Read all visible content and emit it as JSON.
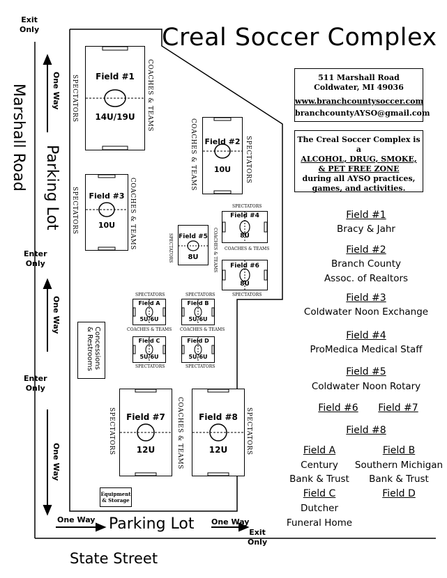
{
  "title": "Creal Soccer Complex",
  "info_box": {
    "address_line1": "511 Marshall Road",
    "address_line2": "Coldwater, MI 49036",
    "website": "www.branchcountysoccer.com",
    "email": "branchcountyAYSO@gmail.com"
  },
  "policy_box": {
    "line1": "The Creal Soccer Complex is a",
    "line2": "ALCOHOL, DRUG, SMOKE,",
    "line3": "& PET FREE ZONE",
    "line4": "during all AYSO practices,",
    "line5": "games, and activities."
  },
  "roads": {
    "marshall": "Marshall Road",
    "state": "State Street"
  },
  "parking": {
    "west": "Parking Lot",
    "south": "Parking Lot"
  },
  "signs": {
    "exit_only_top": [
      "Exit",
      "Only"
    ],
    "enter_only_mid": [
      "Enter",
      "Only"
    ],
    "enter_only_low": [
      "Enter",
      "Only"
    ],
    "exit_only_bottom": [
      "Exit",
      "Only"
    ],
    "one_way": "One Way"
  },
  "zones": {
    "spectators": "SPECTATORS",
    "coaches": "COACHES & TEAMS"
  },
  "fields": {
    "f1": {
      "name": "Field #1",
      "age": "14U/19U"
    },
    "f2": {
      "name": "Field #2",
      "age": "10U"
    },
    "f3": {
      "name": "Field #3",
      "age": "10U"
    },
    "f4": {
      "name": "Field #4",
      "age": "8U"
    },
    "f5": {
      "name": "Field #5",
      "age": "8U"
    },
    "f6": {
      "name": "Field #6",
      "age": "8U"
    },
    "fa": {
      "name": "Field A",
      "age": "5U/6U"
    },
    "fb": {
      "name": "Field B",
      "age": "5U/6U"
    },
    "fc": {
      "name": "Field C",
      "age": "5U/6U"
    },
    "fd": {
      "name": "Field D",
      "age": "5U/6U"
    },
    "f7": {
      "name": "Field #7",
      "age": "12U"
    },
    "f8": {
      "name": "Field #8",
      "age": "12U"
    }
  },
  "concessions": "Concessions & Restrooms",
  "equipment": [
    "Equipment",
    "& Storage"
  ],
  "sponsors": {
    "f1": {
      "heading": "Field #1",
      "text": "Bracy & Jahr"
    },
    "f2": {
      "heading": "Field #2",
      "text1": "Branch County",
      "text2": "Assoc. of Realtors"
    },
    "f3": {
      "heading": "Field #3",
      "text": "Coldwater Noon Exchange"
    },
    "f4": {
      "heading": "Field #4",
      "text": "ProMedica Medical Staff"
    },
    "f5": {
      "heading": "Field #5",
      "text": "Coldwater Noon Rotary"
    },
    "f6": {
      "heading": "Field #6"
    },
    "f7": {
      "heading": "Field #7"
    },
    "f8": {
      "heading": "Field #8"
    },
    "fa": {
      "heading": "Field A",
      "text1": "Century",
      "text2": "Bank & Trust"
    },
    "fb": {
      "heading": "Field B",
      "text1": "Southern Michigan",
      "text2": "Bank & Trust"
    },
    "fc": {
      "heading": "Field C",
      "text1": "Dutcher",
      "text2": "Funeral Home"
    },
    "fd": {
      "heading": "Field D"
    }
  }
}
